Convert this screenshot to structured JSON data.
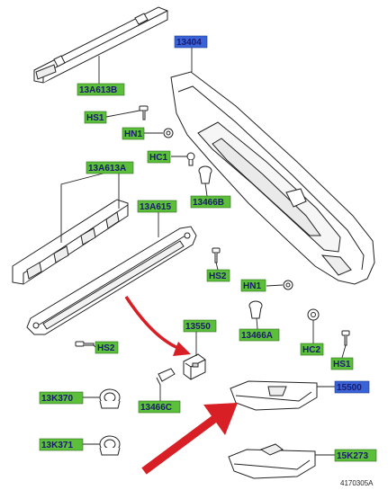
{
  "labels": {
    "l_13a613b": "13A613B",
    "l_13404": "13404",
    "l_hs1_top": "HS1",
    "l_hn1_top": "HN1",
    "l_hc1": "HC1",
    "l_13466b": "13466B",
    "l_13a613a": "13A613A",
    "l_13a615": "13A615",
    "l_hs2_mid": "HS2",
    "l_hn1_mid": "HN1",
    "l_13550": "13550",
    "l_13466a": "13466A",
    "l_hc2": "HC2",
    "l_hs1_right": "HS1",
    "l_hs2_left": "HS2",
    "l_15500": "15500",
    "l_13k370": "13K370",
    "l_13466c": "13466C",
    "l_13k371": "13K371",
    "l_15k273": "15K273"
  },
  "reference_code": "4170305A",
  "colors": {
    "label_fill_green": "#5bbf3a",
    "label_fill_blue": "#3a63d8",
    "label_text": "#1a1a6e",
    "line": "#222222",
    "arrow_red": "#d81f26"
  }
}
